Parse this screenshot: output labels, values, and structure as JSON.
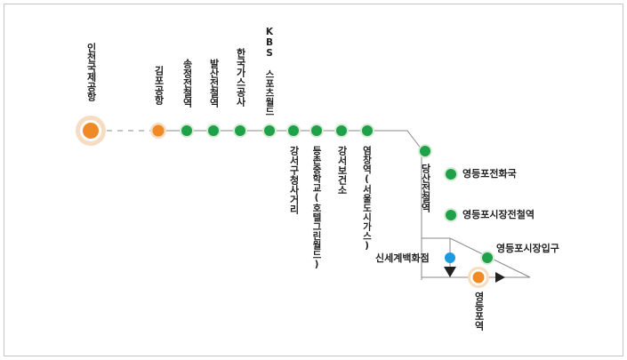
{
  "colors": {
    "line": "#888888",
    "stop_fill": "#1fa14a",
    "stop_ring": "#d7ebd7",
    "terminal_fill": "#f08a24",
    "terminal_halo": "#f6dcc0",
    "transfer_fill": "#1a9be0",
    "arrow": "#222222"
  },
  "stops": {
    "incheon_airport": "인천국제공항",
    "gimpo_airport": "김포공항",
    "songjeong": "송정전철역",
    "balsan": "발산전철역",
    "kogas": "한국가스공사",
    "kbs_sportsworld": "KBS 스포츠월드",
    "gangseo_gu_office": "강서구청사거리",
    "deungchon_middle": "등촌중학교(호텔그린월드)",
    "gangseo_health": "강서보건소",
    "yeomchang": "염창역(서울도시가스)",
    "dangsan": "당산전철역",
    "yeongdeungpo_post": "영등포전화국",
    "yeongdeungpo_market_station": "영등포시장전철역",
    "yeongdeungpo_market_entrance": "영등포시장입구",
    "shinsegae": "신세계백화점",
    "yeongdeungpo_station": "영등포역"
  }
}
